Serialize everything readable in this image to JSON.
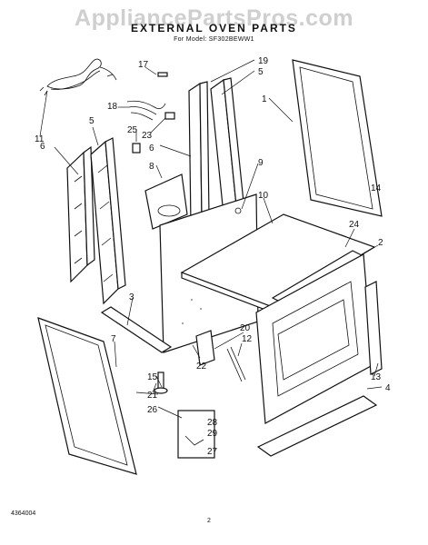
{
  "watermark": "AppliancePartsPros.com",
  "title": "EXTERNAL OVEN PARTS",
  "model_line": "For Model: SF302BEWW1",
  "footer_code": "4364004",
  "page_number": "2",
  "callouts": [
    "17",
    "19",
    "5",
    "1",
    "18",
    "25",
    "23",
    "6",
    "8",
    "9",
    "10",
    "11",
    "5",
    "6",
    "24",
    "2",
    "3",
    "20",
    "12",
    "22",
    "7",
    "14",
    "13",
    "4",
    "15",
    "21",
    "26",
    "28",
    "29",
    "27"
  ]
}
